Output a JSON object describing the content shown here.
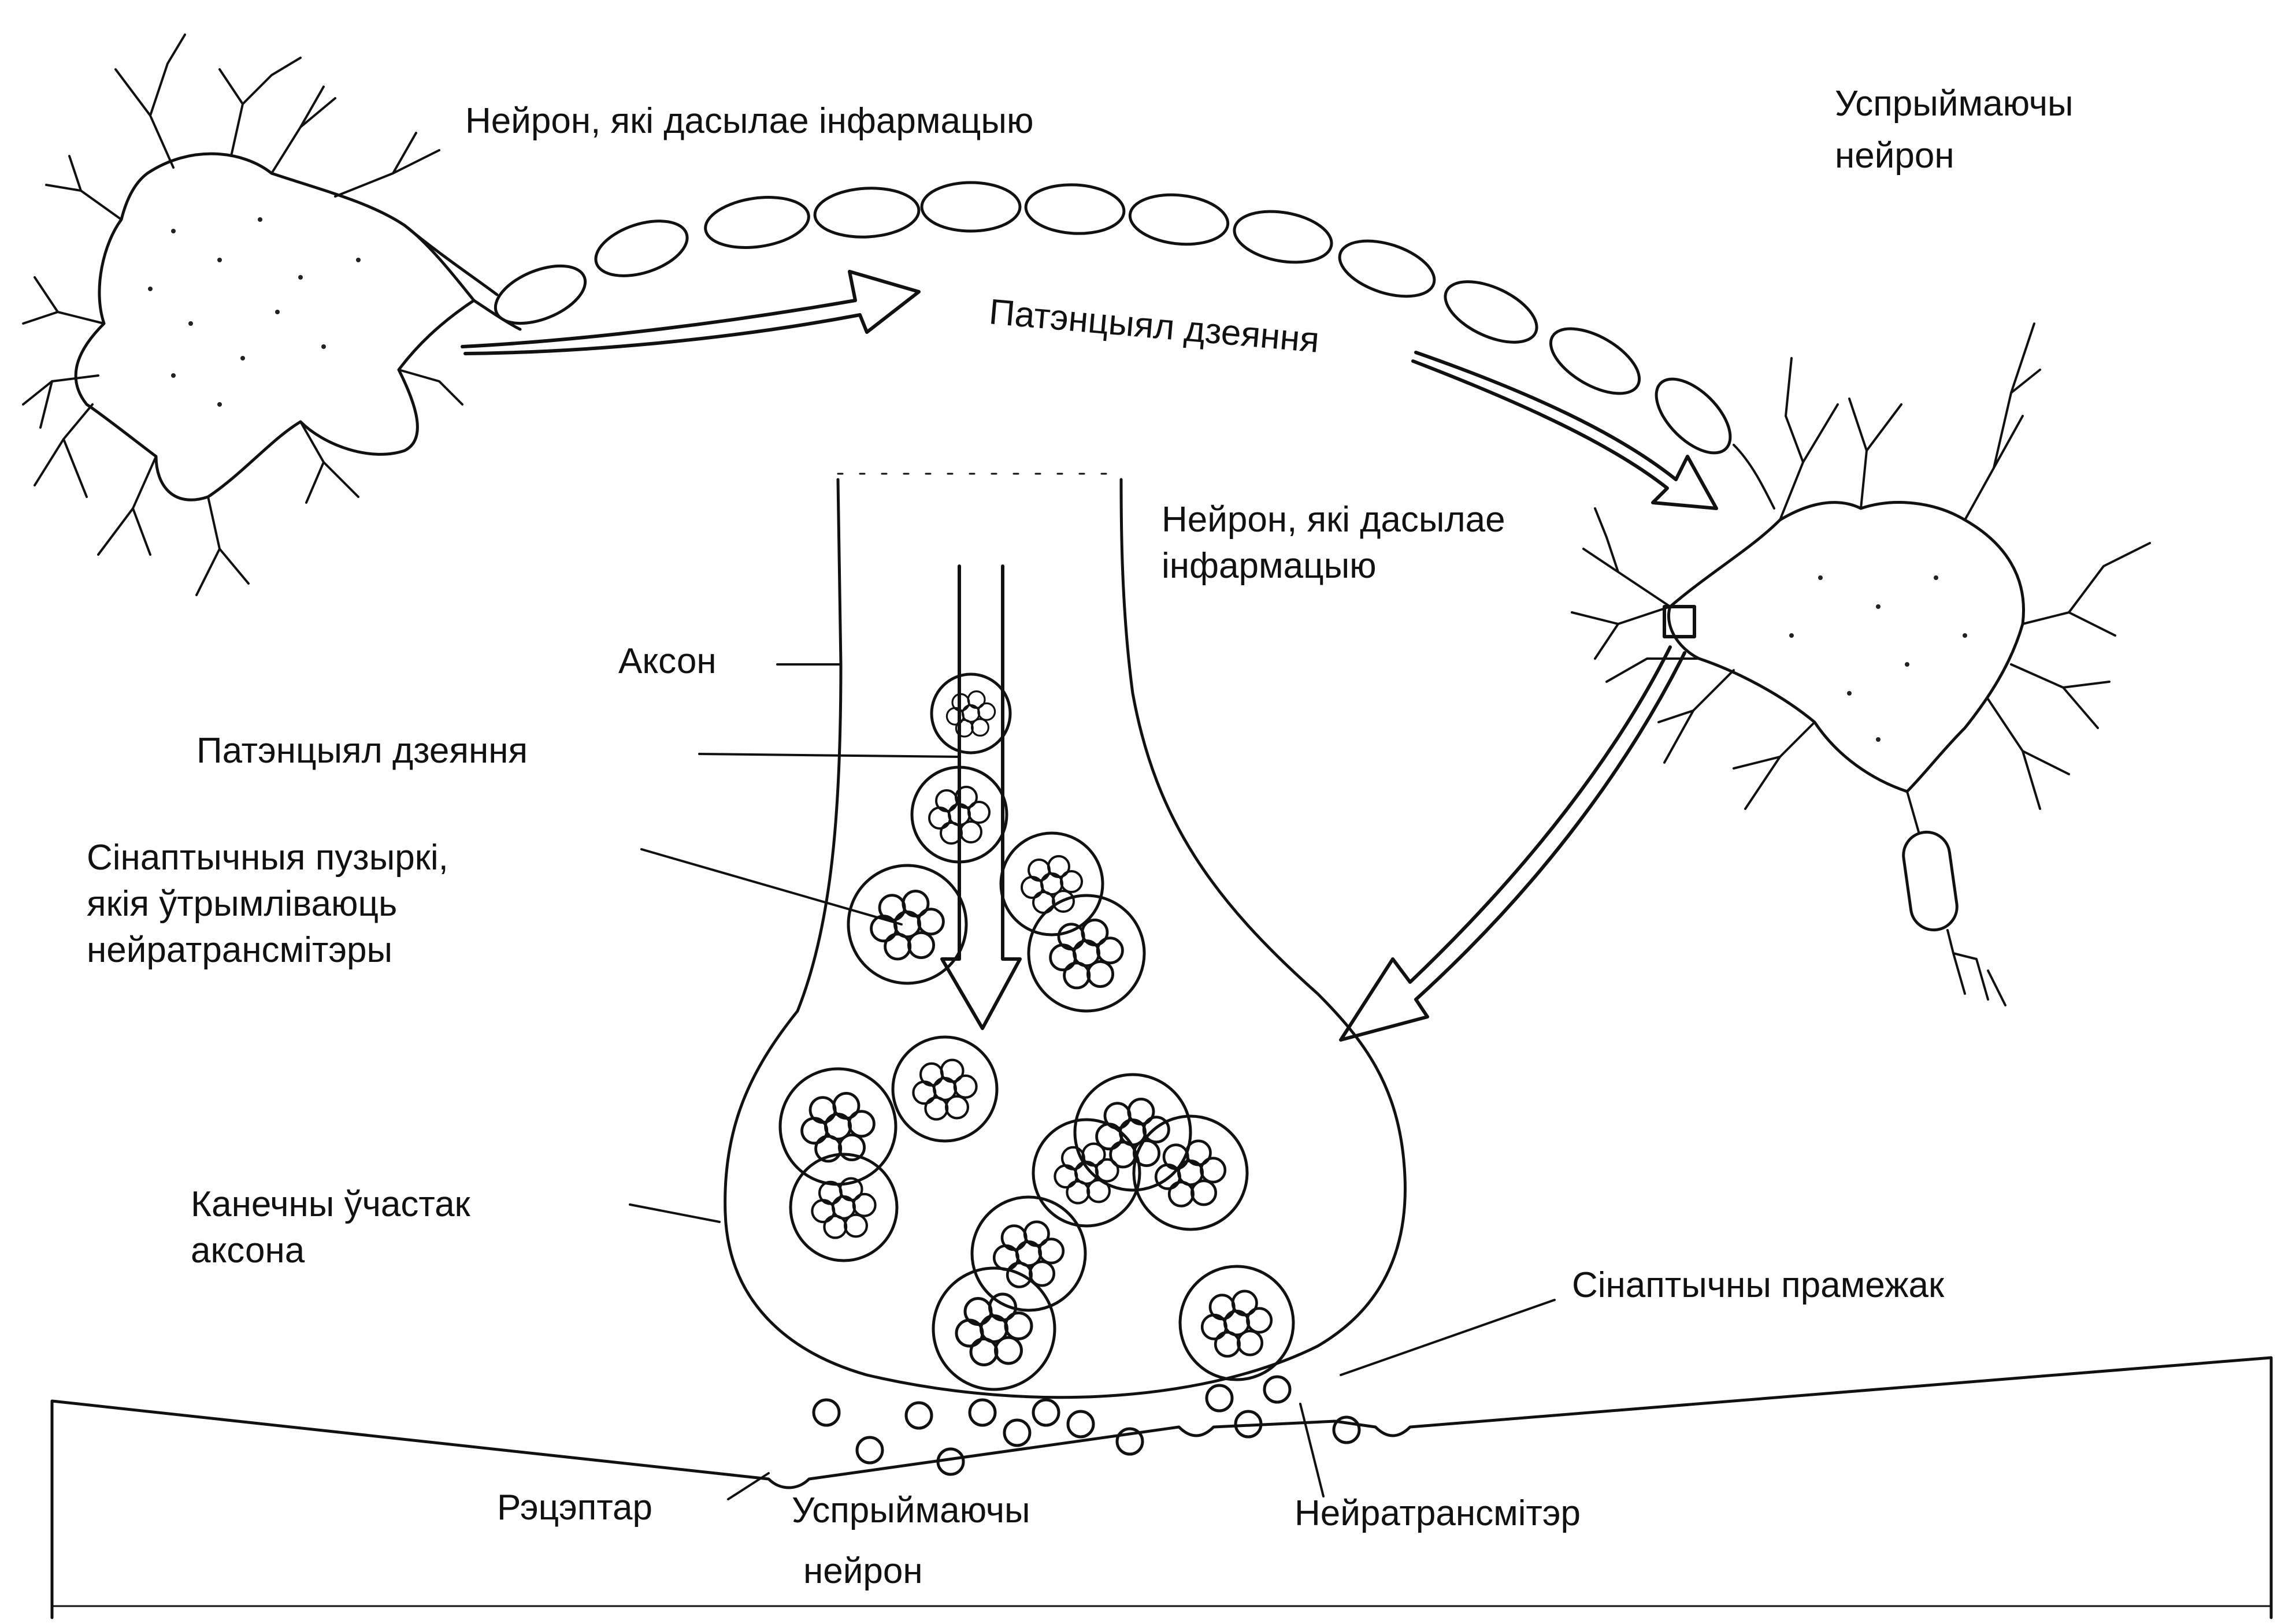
{
  "labels": {
    "sending_neuron_top": "Нейрон, які дасылае інфармацыю",
    "receiving_neuron_top_line1": "Успрыймаючы",
    "receiving_neuron_top_line2": "нейрон",
    "action_potential_top": "Патэнцыял дзеяння",
    "sending_neuron_mid_line1": "Нейрон, які дасылае",
    "sending_neuron_mid_line2": "інфармацыю",
    "axon": "Аксон",
    "action_potential_mid": "Патэнцыял дзеяння",
    "vesicles_line1": "Сінаптычныя пузыркі,",
    "vesicles_line2": "якія ўтрымліваюць",
    "vesicles_line3": "нейратрансмітэры",
    "axon_terminal_line1": "Канечны ўчастак",
    "axon_terminal_line2": "аксона",
    "synaptic_cleft": "Сінаптычны прамежак",
    "receptor": "Рэцэптар",
    "receiving_neuron_bottom_line1": "Успрыймаючы",
    "receiving_neuron_bottom_line2": "нейрон",
    "neurotransmitter": "Нейратрансмітэр"
  }
}
